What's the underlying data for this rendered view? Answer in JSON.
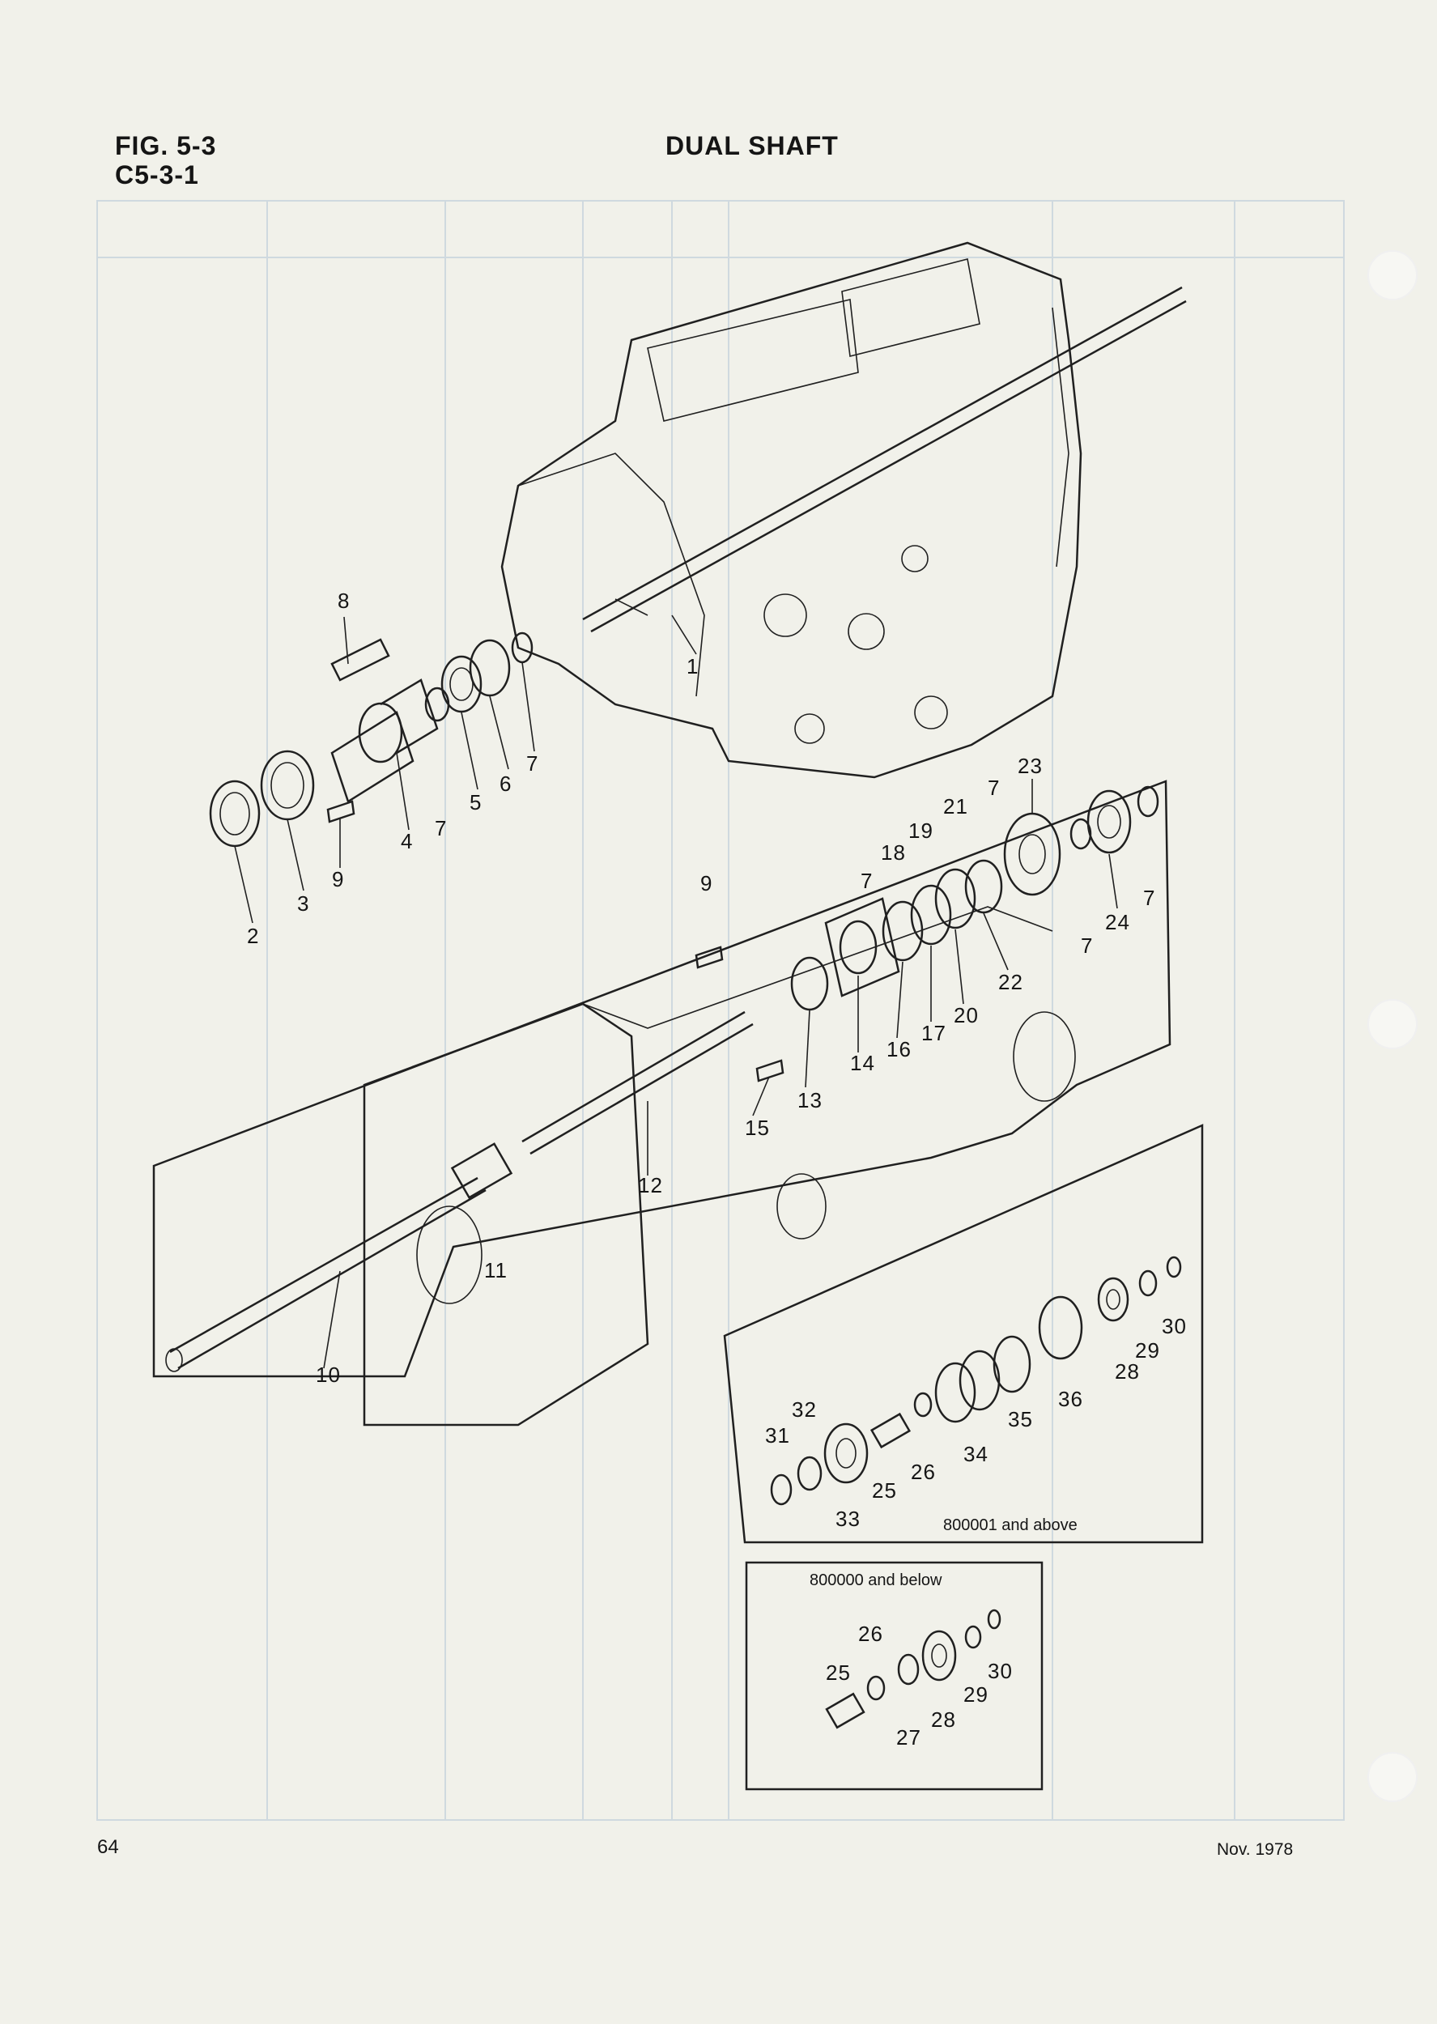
{
  "header": {
    "figure": "FIG. 5-3",
    "code": "C5-3-1",
    "title": "DUAL SHAFT"
  },
  "footer": {
    "page": "64",
    "date": "Nov. 1978"
  },
  "insets": {
    "upper_caption": "800001 and above",
    "lower_caption": "800000 and below"
  },
  "callouts": [
    "1",
    "2",
    "3",
    "4",
    "5",
    "6",
    "7",
    "8",
    "9",
    "10",
    "11",
    "12",
    "13",
    "14",
    "15",
    "16",
    "17",
    "18",
    "19",
    "20",
    "21",
    "22",
    "23",
    "24",
    "25",
    "26",
    "27",
    "28",
    "29",
    "30",
    "31",
    "32",
    "33",
    "34",
    "35",
    "36"
  ]
}
